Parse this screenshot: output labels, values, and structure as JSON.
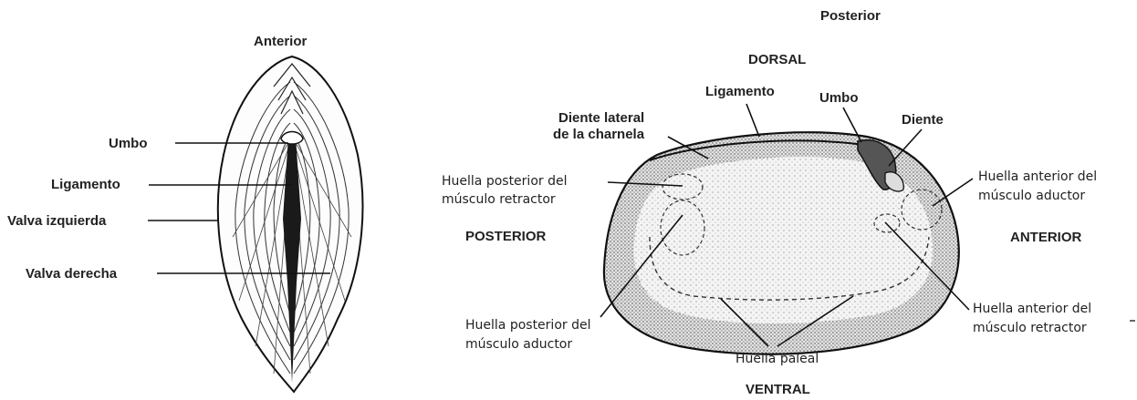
{
  "left_figure": {
    "top_label": "Anterior",
    "labels": {
      "umbo": "Umbo",
      "ligamento": "Ligamento",
      "valva_izquierda": "Valva izquierda",
      "valva_derecha": "Valva derecha"
    }
  },
  "right_figure": {
    "top_label": "Posterior",
    "labels": {
      "dorsal": "DORSAL",
      "ventral": "VENTRAL",
      "posterior": "POSTERIOR",
      "anterior": "ANTERIOR",
      "ligamento": "Ligamento",
      "umbo": "Umbo",
      "diente": "Diente",
      "diente_lateral_1": "Diente lateral",
      "diente_lateral_2": "de la charnela",
      "huella_post_retractor_1": "Huella posterior del",
      "huella_post_retractor_2": "músculo retractor",
      "huella_post_aductor_1": "Huella posterior del",
      "huella_post_aductor_2": "músculo aductor",
      "huella_ant_aductor_1": "Huella anterior del",
      "huella_ant_aductor_2": "músculo aductor",
      "huella_ant_retractor_1": "Huella anterior del",
      "huella_ant_retractor_2": "músculo retractor",
      "huella_paleal": "Huella paleal"
    }
  }
}
